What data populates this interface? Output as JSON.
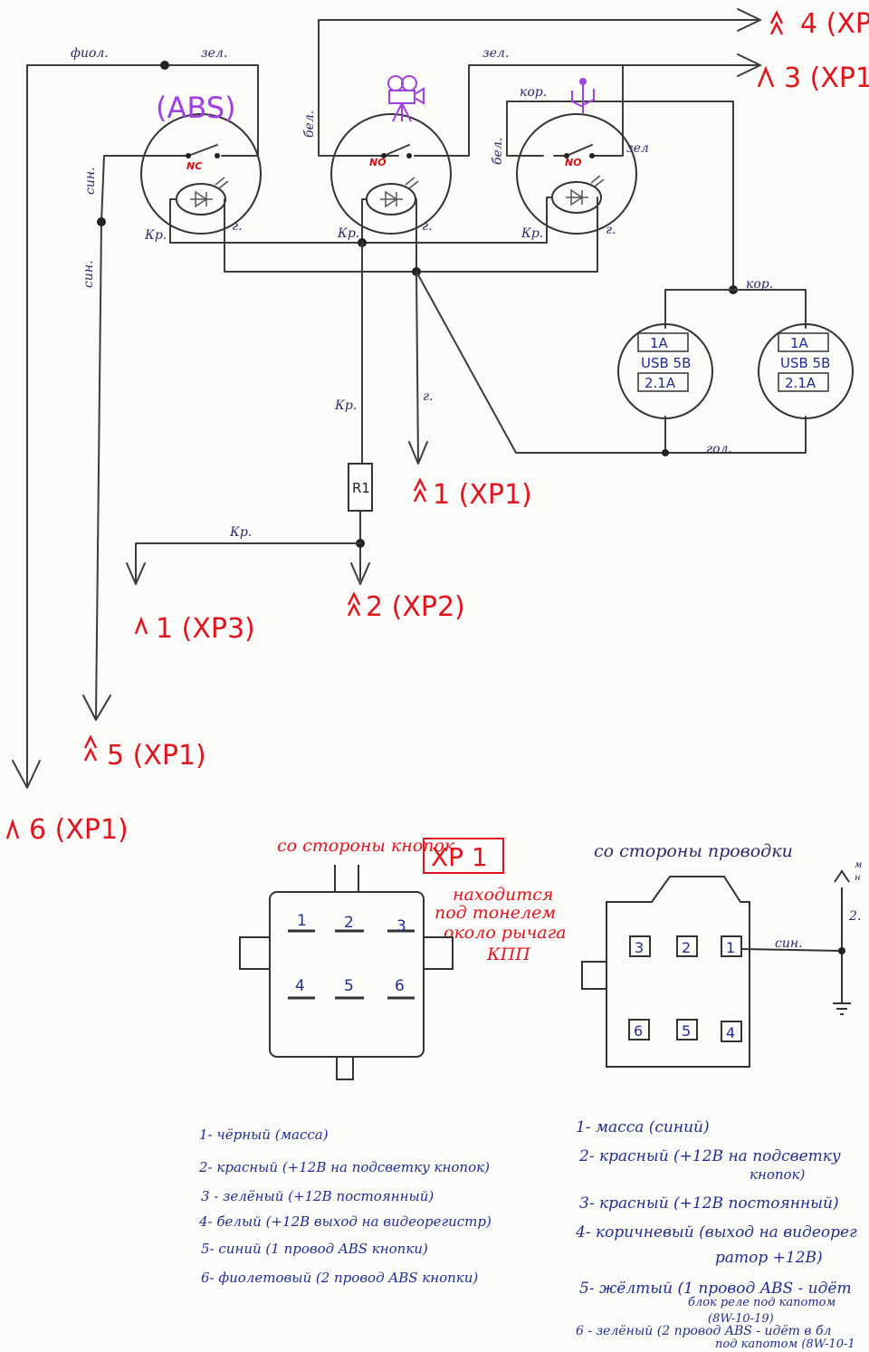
{
  "switches": [
    {
      "title": "(ABS)",
      "state": "NC"
    },
    {
      "title": "",
      "state": "NO"
    },
    {
      "title": "",
      "state": "NO"
    }
  ],
  "wires": {
    "fiol": "фиол.",
    "zel1": "зел.",
    "zel2": "зел.",
    "zel3": "зел",
    "bel": "бел.",
    "kor1": "кор.",
    "kor2": "кор.",
    "bel2": "бел.",
    "sin1": "син.",
    "sin2": "син.",
    "kr1": "Кр.",
    "g1": "г.",
    "kr2": "Кр.",
    "kr3": "Кр.",
    "g2": "г.",
    "kr4": "Кр.",
    "g3": "г.",
    "g4": "г.",
    "kr5": "Кр.",
    "gol": "гол.",
    "sin3": "син.",
    "g5": "2."
  },
  "usb_sockets": [
    {
      "a1": "1A",
      "label": "USB 5B",
      "a2": "2.1A"
    },
    {
      "a1": "1A",
      "label": "USB 5B",
      "a2": "2.1A"
    }
  ],
  "resistor": "R1",
  "outputs": {
    "o4": "4 (XP",
    "o3": "3 (XP1",
    "o1": "1 (XP1)",
    "o2": "2 (XP2)",
    "o1b": "1 (XP3)",
    "o5": "5 (XP1)",
    "o6": "6 (XP1)"
  },
  "connector": {
    "side_buttons": "со стороны кнопок",
    "name": "XP 1",
    "location": [
      "находится",
      "под тонелем",
      "около рычага",
      "КПП"
    ],
    "side_wiring": "со стороны проводки",
    "left_pins": [
      "1",
      "2",
      "3",
      "4",
      "5",
      "6"
    ],
    "right_pins": [
      "3",
      "2",
      "1",
      "6",
      "5",
      "4"
    ],
    "side_note": [
      "м",
      "н"
    ]
  },
  "legend_left": [
    "1- чёрный (масса)",
    "2- красный (+12В на подсветку кнопок)",
    "3 - зелёный (+12В постоянный)",
    "4- белый (+12В выход на видеорегистр)",
    "5- синий (1 провод ABS кнопки)",
    "6- фиолетовый (2 провод ABS кнопки)"
  ],
  "legend_right": [
    "1- масса (синий)",
    "2- красный (+12В на подсветку",
    "кнопок)",
    "3- красный (+12В постоянный)",
    "4- коричневый (выход на видеорег",
    "ратор +12В)",
    "5- жёлтый (1 провод ABS - идёт",
    "блок реле под капотом",
    "(8W-10-19)",
    "6 - зелёный (2 провод ABS - идёт в бл",
    "под капотом (8W-10-1"
  ]
}
